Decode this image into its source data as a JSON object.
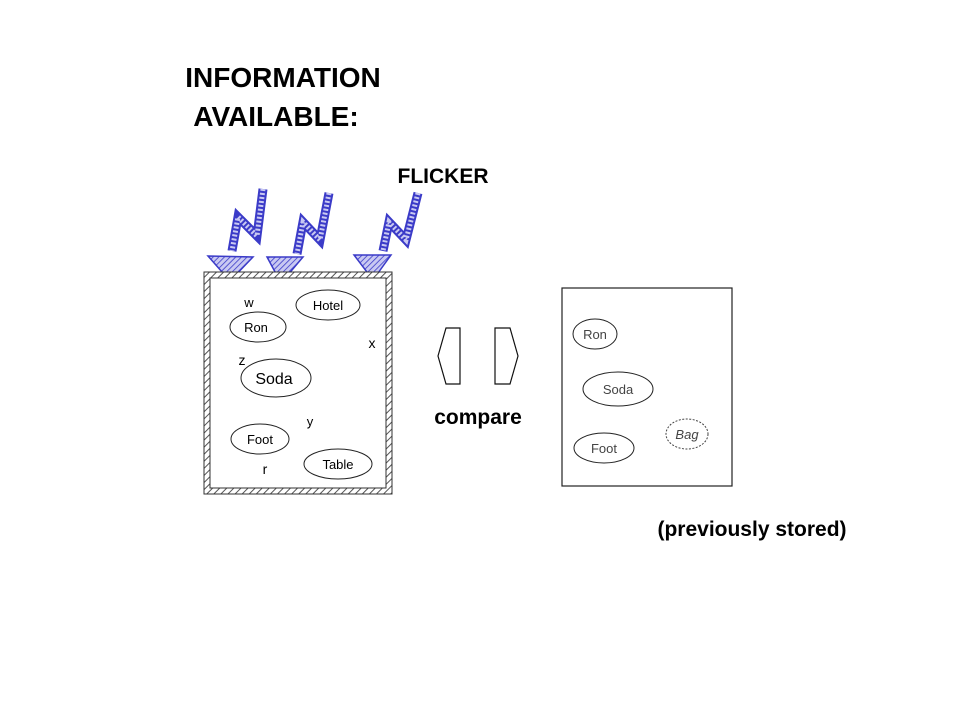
{
  "title": {
    "line1": "INFORMATION",
    "line2": "AVAILABLE:"
  },
  "flicker_label": "FLICKER",
  "compare_label": "compare",
  "stored_caption": "(previously stored)",
  "left_box": {
    "ovals": {
      "hotel": "Hotel",
      "ron": "Ron",
      "soda": "Soda",
      "foot": "Foot",
      "table": "Table"
    },
    "letters": {
      "w": "w",
      "x": "x",
      "z": "z",
      "y": "y",
      "r": "r"
    }
  },
  "right_box": {
    "ovals": {
      "ron": "Ron",
      "soda": "Soda",
      "foot": "Foot",
      "bag": "Bag"
    }
  },
  "colors": {
    "arrow_blue": "#3b3bc8",
    "arrow_fill": "#a7a7e6",
    "ink": "#111111"
  }
}
